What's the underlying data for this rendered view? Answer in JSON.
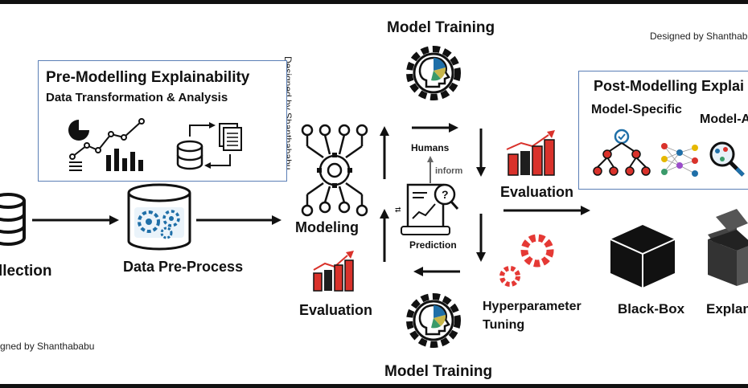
{
  "credits": {
    "top_right": "Designed by Shanthab",
    "bottom_left": "gned by Shanthababu",
    "vertical": "Designed by Shanthababu"
  },
  "pre_modelling": {
    "title": "Pre-Modelling Explainability",
    "subtitle": "Data Transformation & Analysis"
  },
  "post_modelling": {
    "title": "Post-Modelling Explai",
    "model_specific": "Model-Specific",
    "model_agnostic": "Model-A"
  },
  "stages": {
    "collection": "llection",
    "data_preprocess": "Data Pre-Process",
    "modeling": "Modeling",
    "evaluation_left": "Evaluation",
    "model_training_top": "Model Training",
    "model_training_bottom": "Model Training",
    "humans": "Humans",
    "inform": "inform",
    "prediction": "Prediction",
    "evaluation_right": "Evaluation",
    "hyperparameter_line1": "Hyperparameter",
    "hyperparameter_line2": "Tuning",
    "black_box": "Black-Box",
    "explainable": "Explan"
  },
  "colors": {
    "box_border": "#5b7fb6",
    "bar_red": "#d9322b",
    "bar_dark": "#1e1e1e",
    "gear_red": "#e53935",
    "arrow": "#111111"
  }
}
